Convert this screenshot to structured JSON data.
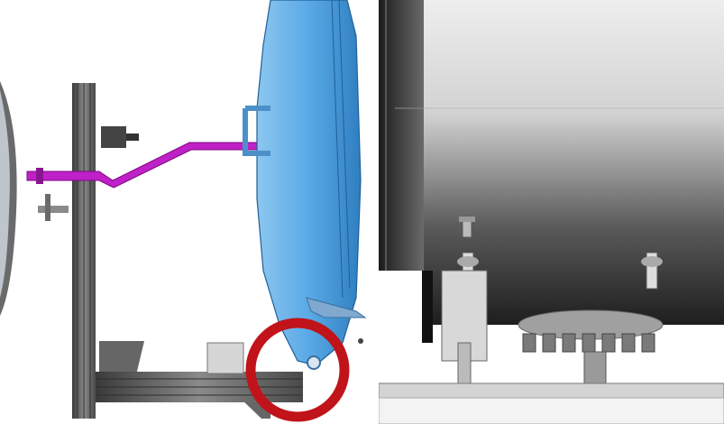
{
  "figure": {
    "views": [
      {
        "id": "side-view",
        "description_visible_text": ""
      },
      {
        "id": "front-view",
        "description_visible_text": ""
      }
    ],
    "colors": {
      "door": "#5aa9e6",
      "door_dark": "#2f7fc1",
      "frame": "#5a5a5a",
      "frame_light": "#9a9a9a",
      "arm": "#c020c8",
      "highlight_ring": "#c0141a",
      "vessel_top": "#e6e6e6",
      "vessel_bottom": "#2a2a2a"
    },
    "icons": [
      "hinge-pin-icon",
      "handle-icon",
      "highlight-circle-icon"
    ],
    "highlight": {
      "label": "hinge-pin-detail"
    }
  }
}
